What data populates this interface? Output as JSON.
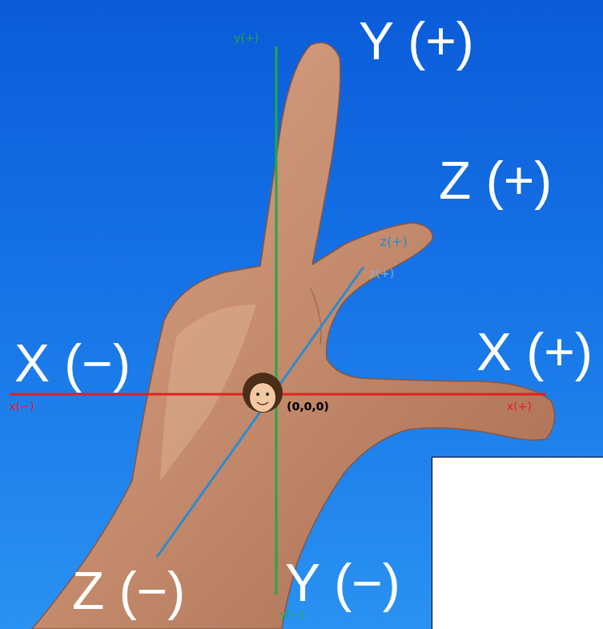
{
  "diagram": {
    "labels": [
      "y(+)",
      "Y (+)",
      "Z (+)",
      "z(+)",
      "z(+)",
      "X (−)",
      "X (+)",
      "x(−)",
      "(0,0,0)",
      "x(+)",
      "Z (−)",
      "Y (−)",
      "y(−)"
    ]
  }
}
